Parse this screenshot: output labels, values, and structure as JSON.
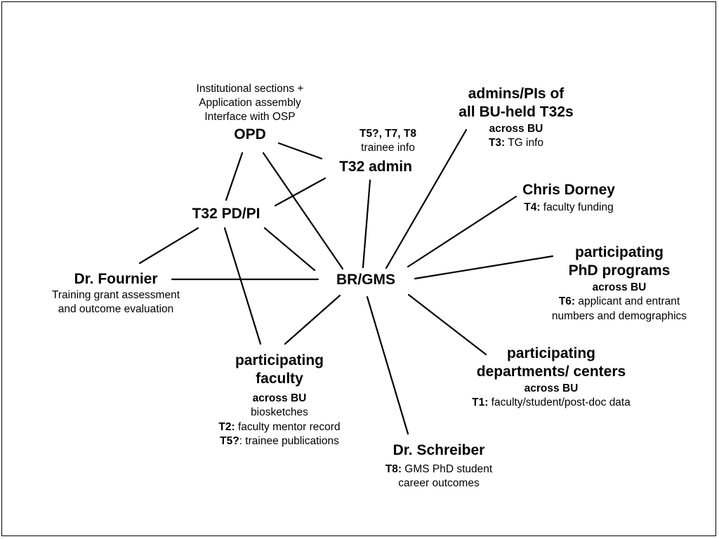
{
  "nodes": {
    "opd": {
      "above": [
        "Institutional sections +",
        "Application assembly",
        "Interface with OSP"
      ],
      "title": "OPD"
    },
    "t32_admin": {
      "above_bold": "T5?, T7, T8",
      "above": "trainee info",
      "title": "T32 admin"
    },
    "admins_pis": {
      "title_lines": [
        "admins/PIs of",
        "all BU-held T32s"
      ],
      "scope": "across BU",
      "task_code": "T3:",
      "task_text": " TG info"
    },
    "chris_dorney": {
      "title": "Chris Dorney",
      "task_code": "T4:",
      "task_text": " faculty funding"
    },
    "t32_pd_pi": {
      "title": "T32 PD/PI"
    },
    "br_gms": {
      "title": "BR/GMS"
    },
    "dr_fournier": {
      "title": "Dr. Fournier",
      "lines": [
        "Training grant assessment",
        "and outcome evaluation"
      ]
    },
    "phd_programs": {
      "title_lines": [
        "participating",
        "PhD programs"
      ],
      "scope": "across BU",
      "task_code": "T6:",
      "task_text": " applicant and entrant",
      "task_text_2": "numbers and demographics"
    },
    "departments": {
      "title_lines": [
        "participating",
        "departments/ centers"
      ],
      "scope": "across BU",
      "task_code": "T1:",
      "task_text": " faculty/student/post-doc data"
    },
    "faculty": {
      "title_lines": [
        "participating",
        "faculty"
      ],
      "scope": "across BU",
      "line1": "biosketches",
      "task2_code": "T2:",
      "task2_text": " faculty mentor record",
      "task3_code": "T5?",
      "task3_text": ": trainee publications"
    },
    "dr_schreiber": {
      "title": "Dr. Schreiber",
      "task_code": "T8:",
      "task_text": " GMS PhD student",
      "task_text_2": "career outcomes"
    }
  },
  "edges": [
    [
      "opd",
      "t32_admin"
    ],
    [
      "opd",
      "t32_pd_pi"
    ],
    [
      "opd",
      "br_gms"
    ],
    [
      "t32_admin",
      "t32_pd_pi"
    ],
    [
      "t32_admin",
      "br_gms"
    ],
    [
      "t32_pd_pi",
      "br_gms"
    ],
    [
      "t32_pd_pi",
      "dr_fournier"
    ],
    [
      "t32_pd_pi",
      "faculty"
    ],
    [
      "admins_pis",
      "br_gms"
    ],
    [
      "chris_dorney",
      "br_gms"
    ],
    [
      "phd_programs",
      "br_gms"
    ],
    [
      "dr_fournier",
      "br_gms"
    ],
    [
      "br_gms",
      "faculty"
    ],
    [
      "br_gms",
      "departments"
    ],
    [
      "br_gms",
      "dr_schreiber"
    ]
  ]
}
